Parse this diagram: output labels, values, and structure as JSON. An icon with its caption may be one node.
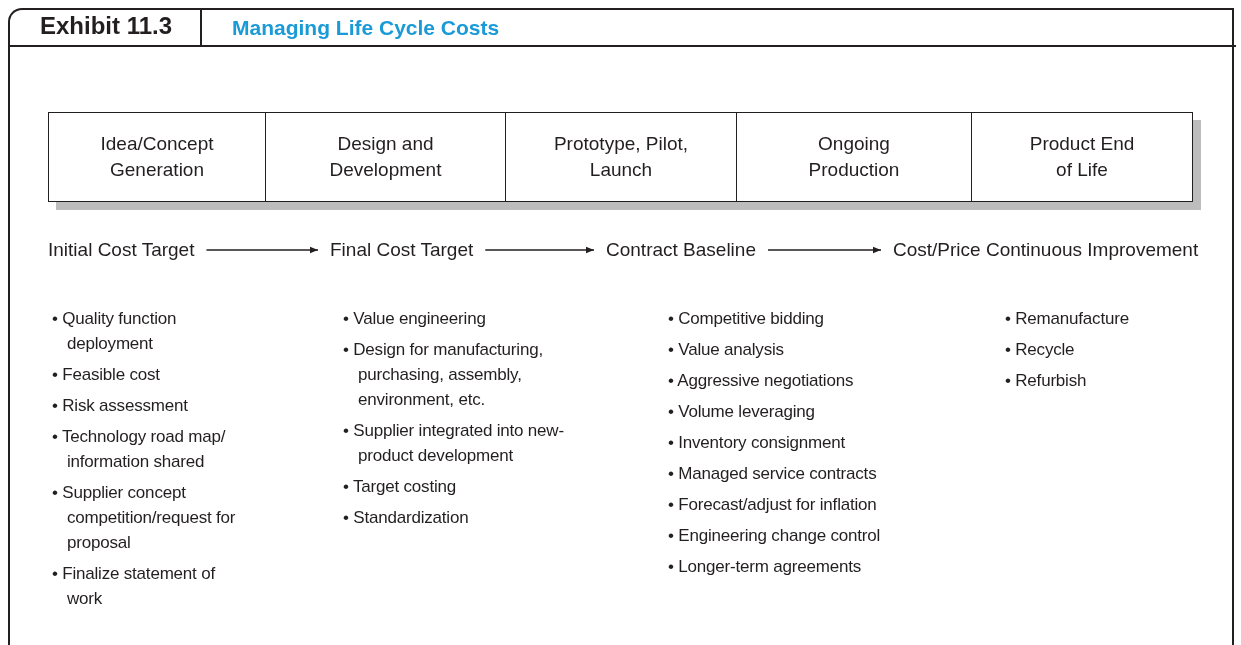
{
  "diagram": {
    "title": "Managing Life Cycle Costs",
    "nodes": [
      {
        "text": [
          "Idea/Concept Generation"
        ]
      },
      {
        "text": [
          "Design and Development"
        ]
      },
      {
        "text": [
          "Prototype, Pilot, Launch"
        ]
      },
      {
        "text": [
          "Ongoing Production"
        ]
      },
      {
        "text": [
          "Product End of Life"
        ]
      },
      {
        "text": [
          "Initial Cost Target"
        ]
      },
      {
        "text": [
          "Final Cost Target"
        ]
      },
      {
        "text": [
          "Contract Baseline"
        ]
      },
      {
        "text": [
          "Cost/Price Continuous Improvement"
        ]
      }
    ],
    "edges": [
      {
        "from": 5,
        "to": 6,
        "arrow": "to"
      },
      {
        "from": 6,
        "to": 7,
        "arrow": "to"
      },
      {
        "from": 7,
        "to": 8,
        "arrow": "to"
      }
    ],
    "labels": [
      "Exhibit 11.3",
      "• Quality function deployment",
      "• Feasible cost",
      "• Risk assessment",
      "• Technology road map/ information shared",
      "• Supplier concept competition/request for proposal",
      "• Finalize statement of work",
      "• Value engineering",
      "• Design for manufacturing, purchasing, assembly, environment, etc.",
      "• Supplier integrated into new-product development",
      "• Target costing",
      "• Standardization",
      "• Competitive bidding",
      "• Value analysis",
      "• Aggressive negotiations",
      "• Volume leveraging",
      "• Inventory consignment",
      "• Managed service contracts",
      "• Forecast/adjust for inflation",
      "• Engineering change control",
      "• Longer-term agreements",
      "• Remanufacture",
      "• Recycle",
      "• Refurbish"
    ]
  }
}
